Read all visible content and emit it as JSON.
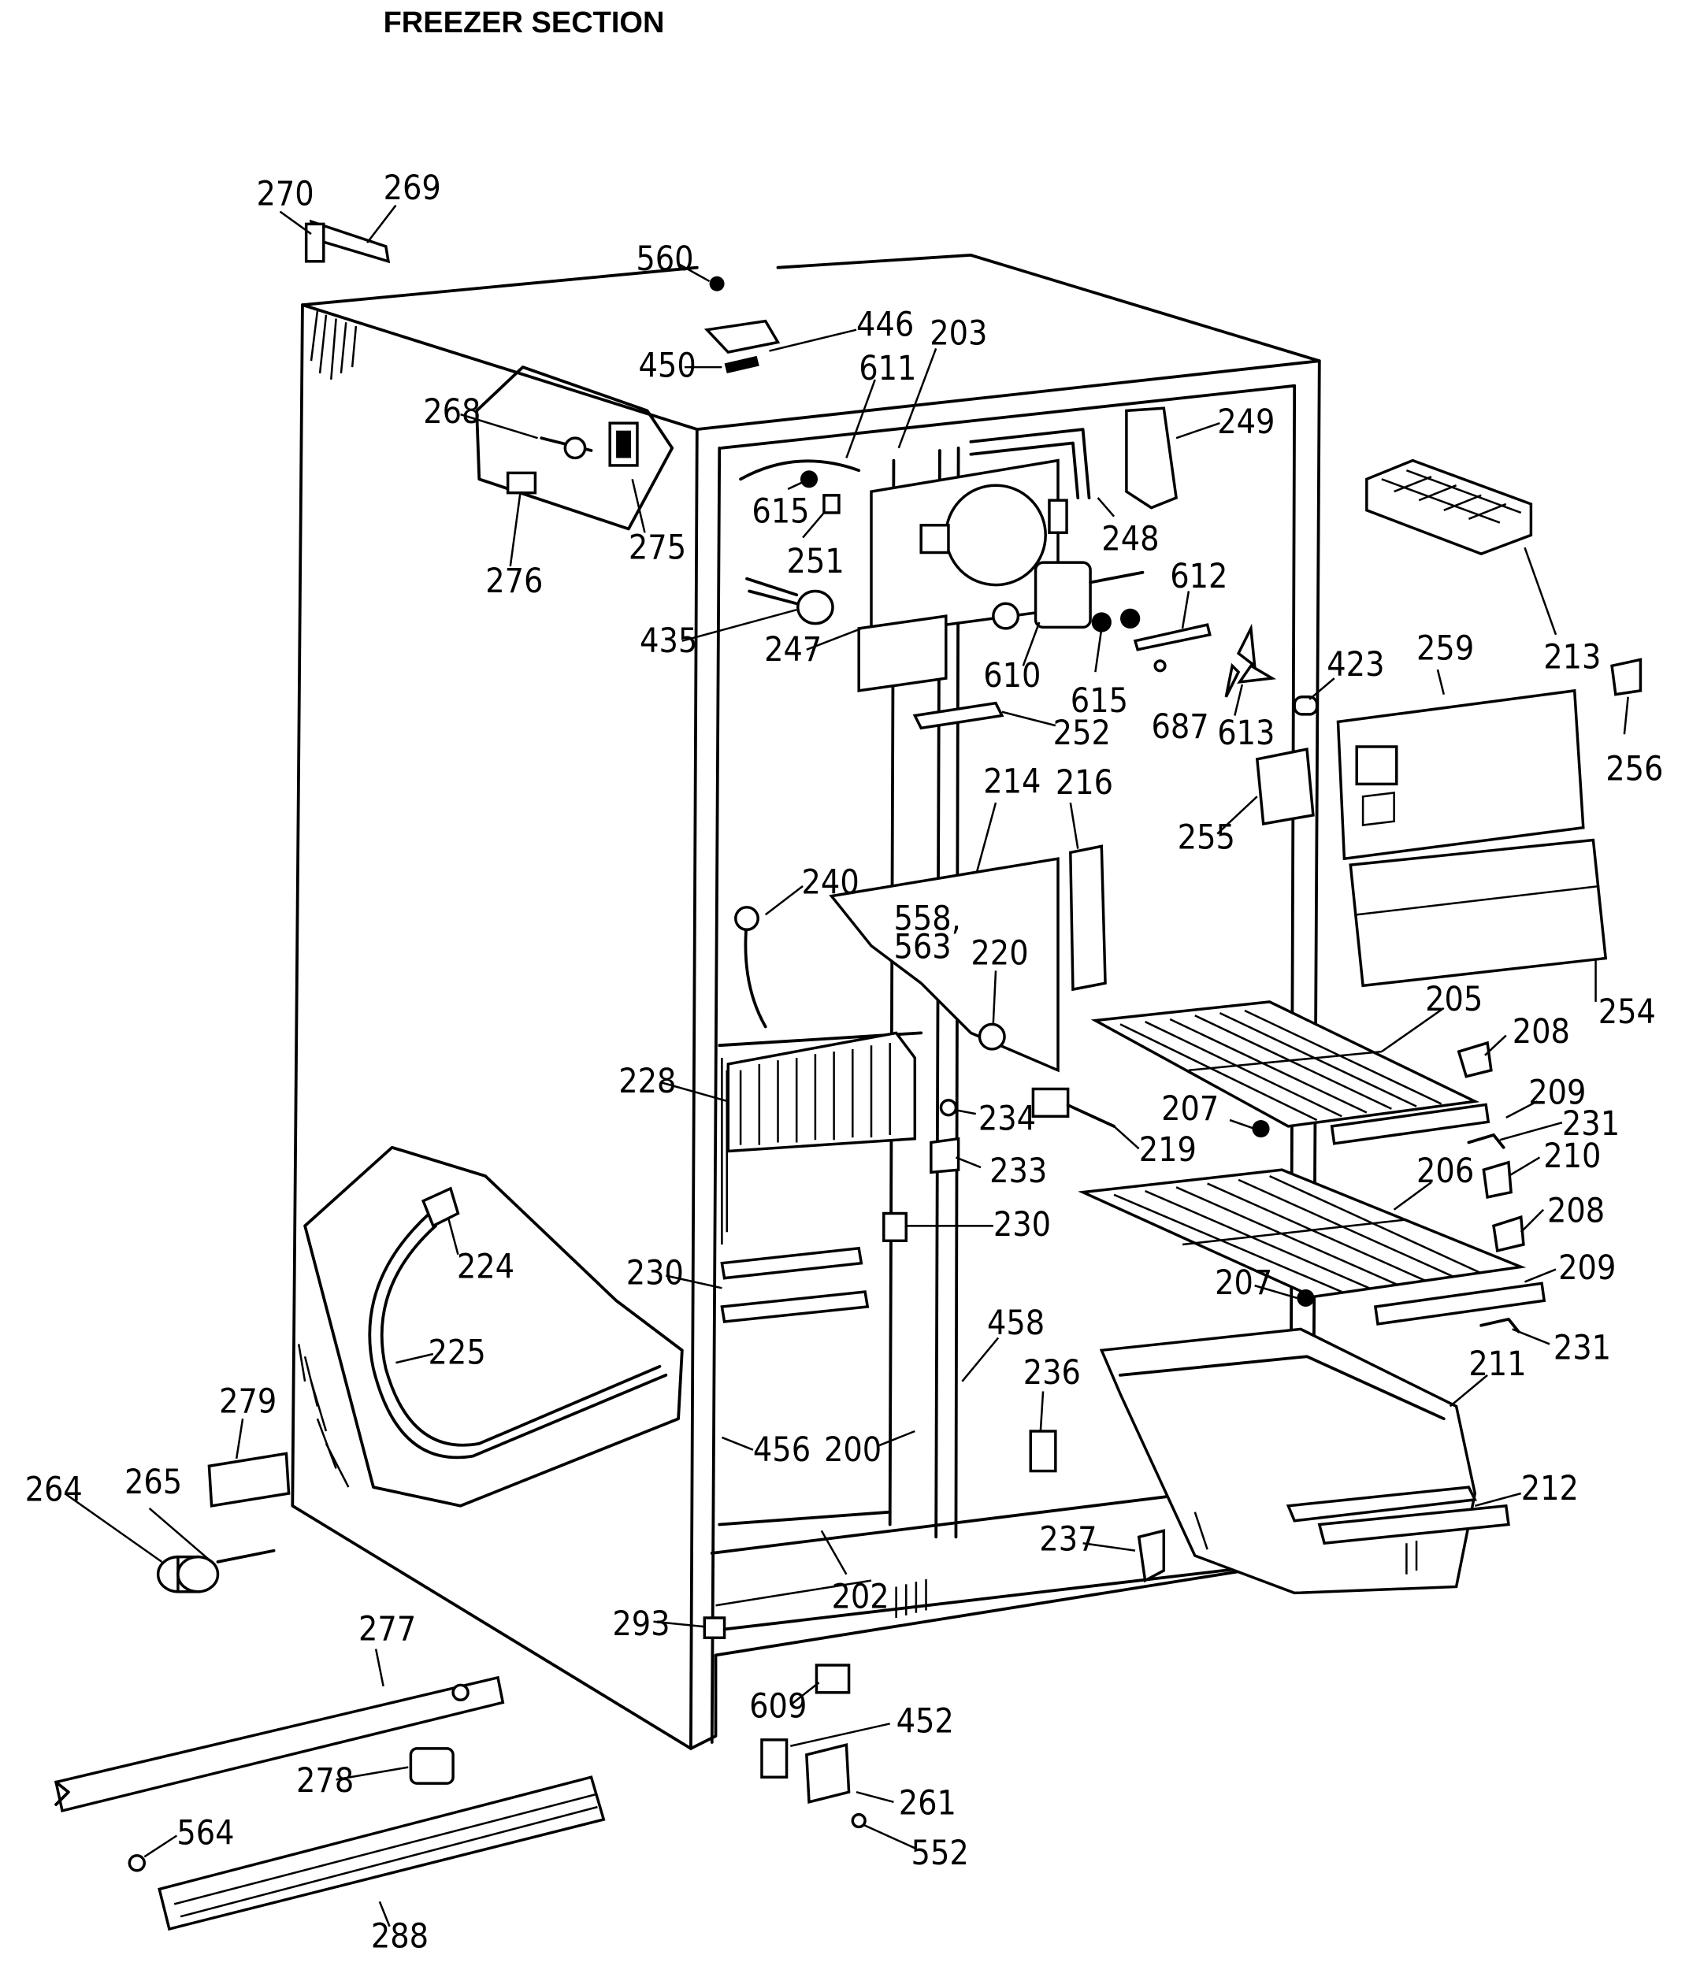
{
  "title": "FREEZER SECTION",
  "part_labels": {
    "p270": "270",
    "p269": "269",
    "p560": "560",
    "p446": "446",
    "p203": "203",
    "p450": "450",
    "p611": "611",
    "p268": "268",
    "p249": "249",
    "p615a": "615",
    "p251": "251",
    "p248": "248",
    "p612": "612",
    "p213": "213",
    "p276": "276",
    "p275": "275",
    "p435": "435",
    "p247": "247",
    "p610": "610",
    "p615b": "615",
    "p687": "687",
    "p613": "613",
    "p423": "423",
    "p259": "259",
    "p256": "256",
    "p252": "252",
    "p214": "214",
    "p216": "216",
    "p255": "255",
    "p240": "240",
    "p558": "558,",
    "p563": "563",
    "p220": "220",
    "p254": "254",
    "p205": "205",
    "p208a": "208",
    "p228": "228",
    "p234": "234",
    "p219": "219",
    "p207a": "207",
    "p209a": "209",
    "p231a": "231",
    "p233": "233",
    "p210": "210",
    "p206": "206",
    "p208b": "208",
    "p230a": "230",
    "p224": "224",
    "p230b": "230",
    "p209b": "209",
    "p207b": "207",
    "p458": "458",
    "p231b": "231",
    "p225": "225",
    "p236": "236",
    "p211": "211",
    "p279": "279",
    "p456": "456",
    "p200": "200",
    "p212": "212",
    "p264": "264",
    "p265": "265",
    "p237": "237",
    "p202": "202",
    "p293": "293",
    "p277": "277",
    "p609": "609",
    "p452": "452",
    "p278": "278",
    "p261": "261",
    "p564": "564",
    "p552": "552",
    "p288": "288"
  },
  "icons": [
    "screw-icon",
    "bracket-icon",
    "wire-harness-icon",
    "lamp-socket-icon",
    "fan-blade-icon",
    "ice-tray-icon",
    "wire-shelf-icon",
    "freezer-basket-icon",
    "roller-icon",
    "hinge-icon"
  ]
}
